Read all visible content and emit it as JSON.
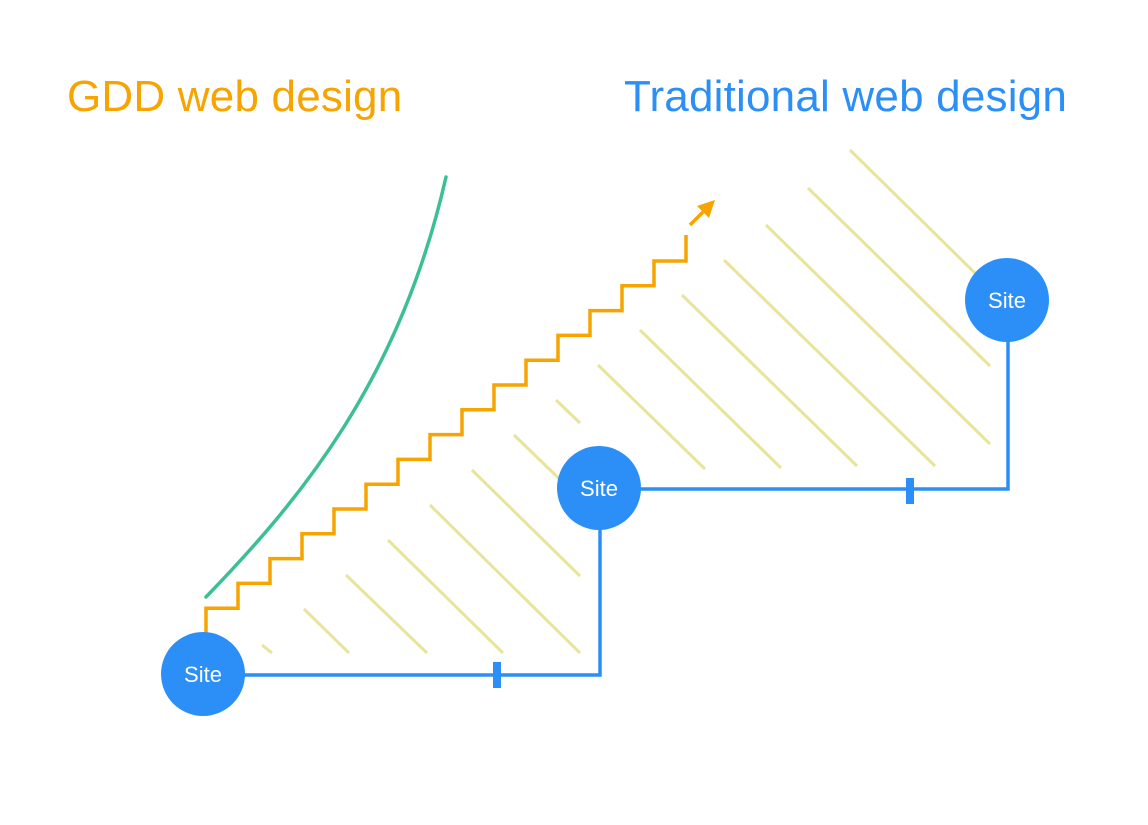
{
  "titles": {
    "gdd": "GDD web design",
    "traditional": "Traditional web design"
  },
  "nodes": [
    {
      "id": "site-1",
      "label": "Site"
    },
    {
      "id": "site-2",
      "label": "Site"
    },
    {
      "id": "site-3",
      "label": "Site"
    }
  ],
  "colors": {
    "gdd": "#f7a300",
    "traditional": "#2b8ff7",
    "curve": "#3dbf94",
    "hatch": "#e8e49c",
    "node_text": "#ffffff"
  },
  "legend": {
    "gdd_path": "staircase of small continuous steps ending in an arrow",
    "traditional_path": "large steps connecting sites with milestone markers",
    "ideal_curve": "smooth exponential curve",
    "gap": "hatched area between approaches"
  }
}
